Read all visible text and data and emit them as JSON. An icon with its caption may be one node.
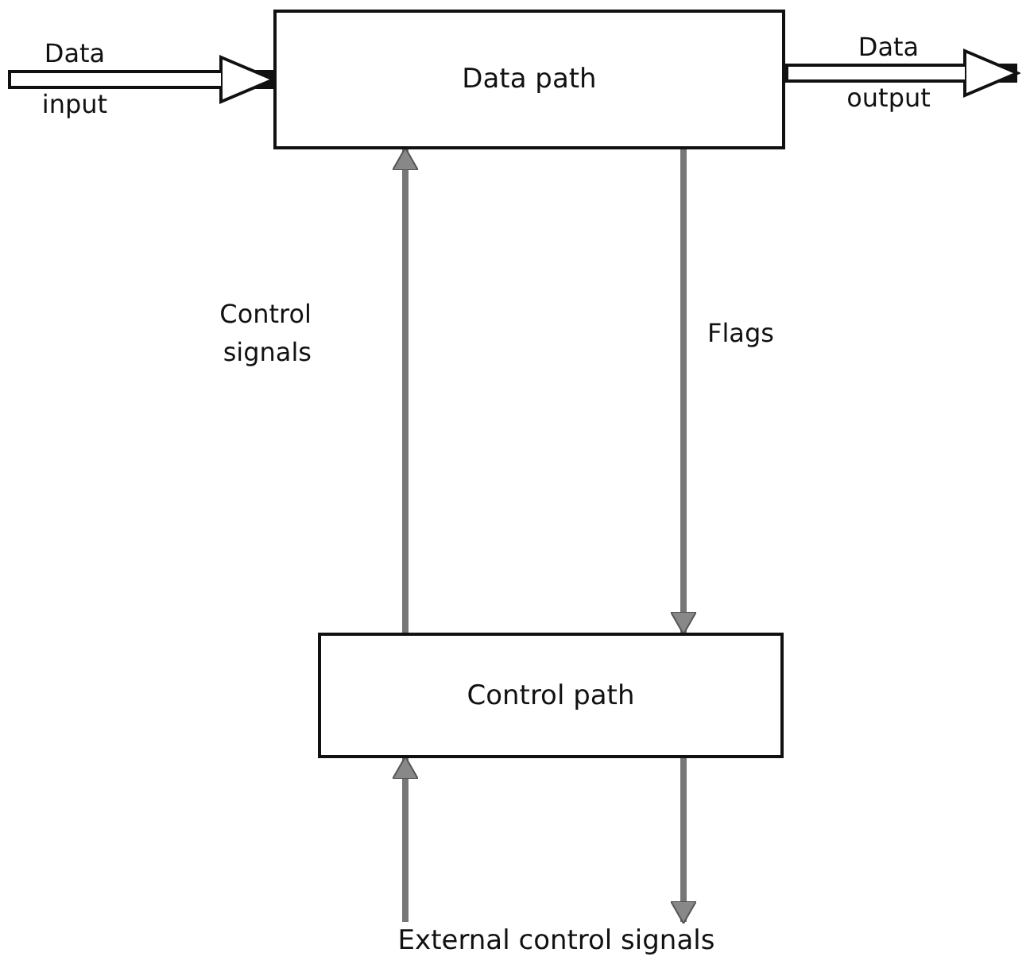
{
  "diagram": {
    "nodes": [
      {
        "text": [
          "Data path"
        ]
      },
      {
        "text": [
          "Control path"
        ]
      },
      {
        "text": [
          "External control signals"
        ]
      }
    ],
    "edges": [
      {
        "from": null,
        "to": 0,
        "arrow": "to",
        "label": "Data input",
        "style": "thick",
        "color": "#111111"
      },
      {
        "from": 0,
        "to": null,
        "arrow": "to",
        "label": "Data output",
        "style": "thick",
        "color": "#111111"
      },
      {
        "from": 1,
        "to": 0,
        "arrow": "to",
        "label": "Control signals"
      },
      {
        "from": 0,
        "to": 1,
        "arrow": "to",
        "label": "Flags"
      },
      {
        "from": 2,
        "to": 1,
        "arrow": "to"
      },
      {
        "from": 1,
        "to": 2,
        "arrow": "to"
      }
    ]
  }
}
